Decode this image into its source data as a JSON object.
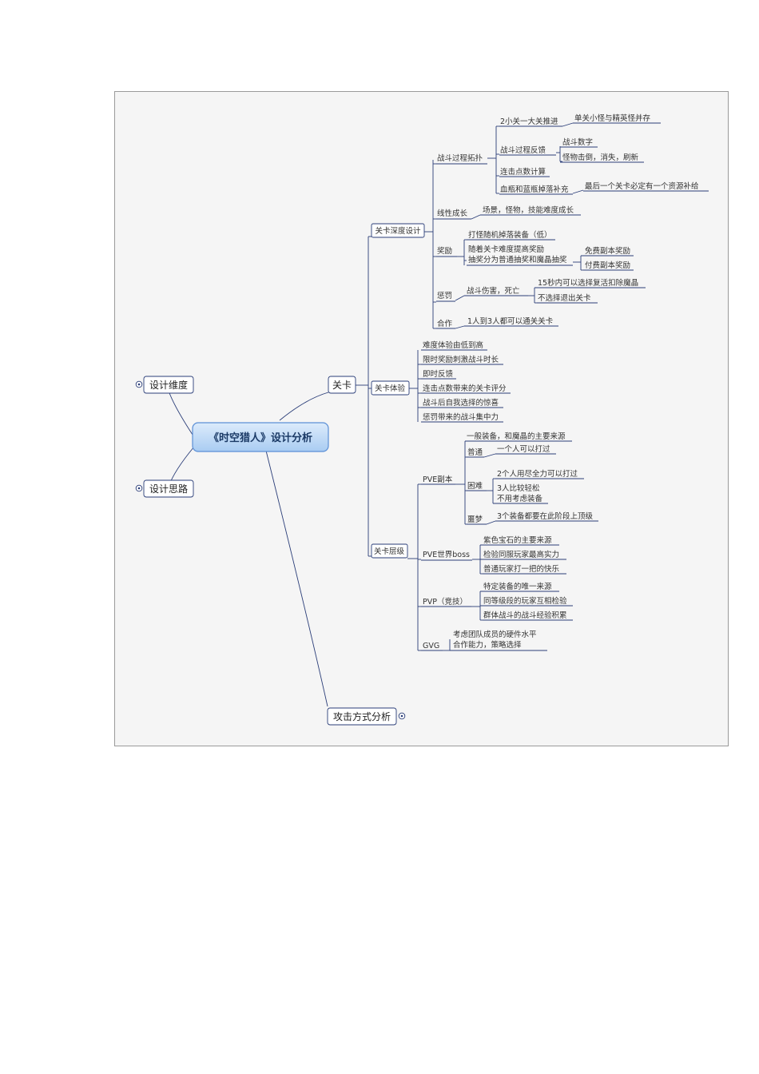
{
  "mindmap": {
    "root": "《时空猎人》设计分析",
    "branches": {
      "design_dimension": "设计维度",
      "design_thinking": "设计思路",
      "level": "关卡",
      "attack_analysis": "攻击方式分析"
    },
    "level_children": {
      "depth_design": "关卡深度设计",
      "experience": "关卡体验",
      "tiers": "关卡层级"
    },
    "depth_design": {
      "battle_topology": "战斗过程拓扑",
      "small_big_advance": "2小关一大关推进",
      "small_elite_coexist": "单关小怪与精英怪并存",
      "battle_feedback": "战斗过程反馈",
      "battle_numbers": "战斗数字",
      "monster_hit": "怪物击倒，消失，刷新",
      "combo_calc": "连击点数计算",
      "potion_drop": "血瓶和蓝瓶掉落补充",
      "final_resource": "最后一个关卡必定有一个资源补给",
      "linear_growth": "线性成长",
      "scene_growth": "场景，怪物，技能难度成长",
      "reward": "奖励",
      "random_drop": "打怪随机掉落装备（低）",
      "difficulty_reward": "随着关卡难度提高奖励",
      "lottery_split": "抽奖分为普通抽奖和魔晶抽奖",
      "free_reward": "免费副本奖励",
      "paid_reward": "付费副本奖励",
      "punish": "惩罚",
      "battle_death": "战斗伤害，死亡",
      "revive_15s": "15秒内可以选择复活扣除魔晶",
      "exit_level": "不选择退出关卡",
      "coop": "合作",
      "coop_players": "1人到3人都可以通关关卡"
    },
    "experience": {
      "items": [
        "难度体验由低到高",
        "限时奖励刺激战斗时长",
        "即时反馈",
        "连击点数带来的关卡评分",
        "战斗后自我选择的惊喜",
        "惩罚带来的战斗集中力"
      ]
    },
    "tiers": {
      "pve_dungeon": "PVE副本",
      "normal_gear": "一般装备，和魔晶的主要来源",
      "normal": "普通",
      "solo_clear": "一个人可以打过",
      "hard": "困难",
      "two_full_power": "2个人用尽全力可以打过",
      "three_easy": "3人比较轻松",
      "no_gear": "不用考虑装备",
      "nightmare": "噩梦",
      "three_top_gear": "3个装备都要在此阶段上顶级",
      "pve_boss": "PVE世界boss",
      "purple_gem": "紫色宝石的主要来源",
      "server_strength": "检验同服玩家最高实力",
      "casual_fun": "普通玩家打一把的快乐",
      "pvp": "PVP（竞技）",
      "unique_gear": "特定装备的唯一来源",
      "same_tier": "同等级段的玩家互相检验",
      "group_exp": "群体战斗的战斗经验积累",
      "gvg": "GVG",
      "team_hardware": "考虑团队成员的硬件水平",
      "coop_strategy": "合作能力，策略选择"
    }
  }
}
